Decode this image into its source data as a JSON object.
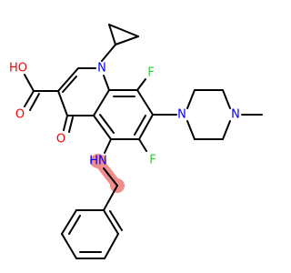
{
  "molecule": {
    "highlight_color": "#f08c8c",
    "atoms": {
      "N1": {
        "symbol": "N",
        "color": "#0000ff"
      },
      "F8": {
        "symbol": "F",
        "color": "#33cc33"
      },
      "F6": {
        "symbol": "F",
        "color": "#33cc33"
      },
      "O4": {
        "symbol": "O",
        "color": "#ff0000"
      },
      "OH": {
        "symbol": "HO",
        "color": "#ff0000"
      },
      "OC": {
        "symbol": "O",
        "color": "#ff0000"
      },
      "NP1": {
        "symbol": "N",
        "color": "#0000ff"
      },
      "NP4": {
        "symbol": "N",
        "color": "#0000ff"
      },
      "NH": {
        "symbol": "HN",
        "color": "#0000ff"
      }
    }
  }
}
